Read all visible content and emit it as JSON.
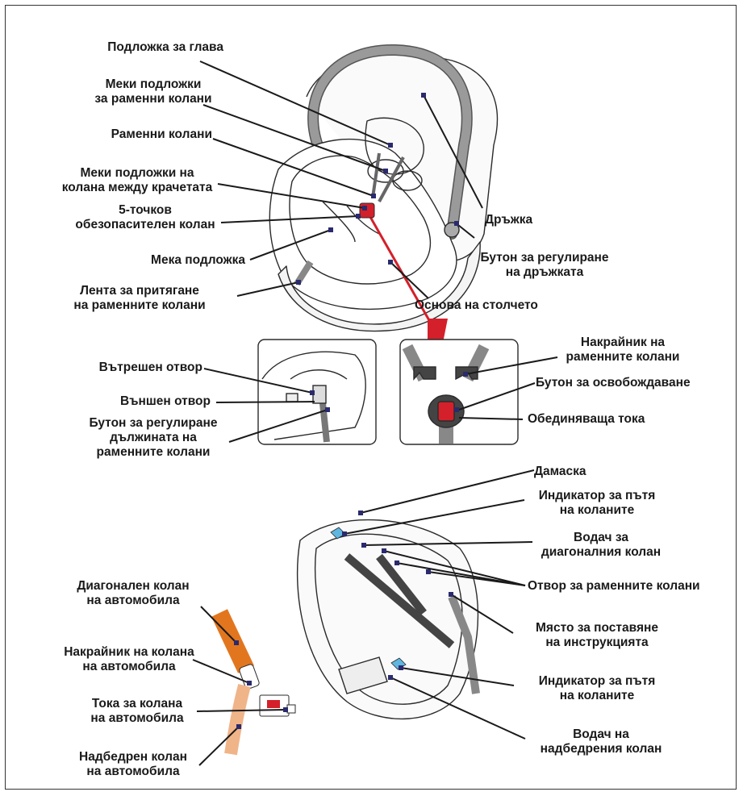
{
  "labels": {
    "head_pad": "Подложка за глава",
    "shoulder_pads": "Меки подложки\nза раменни колани",
    "shoulder_belts": "Раменни колани",
    "crotch_pad": "Меки подложки на\nколана между крачетата",
    "five_point_harness": "5-точков\nобезопасителен колан",
    "soft_pad": "Мека подложка",
    "harness_pull_strap": "Лента за притягане\nна раменните колани",
    "handle": "Дръжка",
    "handle_adjust_button": "Бутон за регулиране\nна дръжката",
    "seat_base": "Основа на столчето",
    "inner_slot": "Вътрешен отвор",
    "outer_slot": "Външен отвор",
    "harness_adjust_button": "Бутон за регулиране\nдължината на\nраменните колани",
    "harness_tongue": "Накрайник на\nраменните колани",
    "release_button": "Бутон за освобождаване",
    "buckle": "Обединяваща тока",
    "shell": "Дамаска",
    "belt_path_indicator_top": "Индикатор за пътя\nна коланите",
    "diagonal_belt_guide": "Водач за\nдиагоналния колан",
    "shoulder_belt_slot": "Отвор за раменните колани",
    "manual_storage": "Място за поставяне\nна инструкцията",
    "belt_path_indicator_bottom": "Индикатор за пътя\nна коланите",
    "lap_belt_guide": "Водач на\nнадбедрения колан",
    "car_diagonal_belt": "Диагонален колан\nна автомобила",
    "car_belt_tongue": "Накрайник на колана\nна автомобила",
    "car_belt_buckle": "Тока за колана\nна автомобила",
    "car_lap_belt": "Надбедрен колан\nна автомобила"
  },
  "colors": {
    "outline": "#2b2b2b",
    "handle_gray": "#8a8a8a",
    "red_accent": "#d4202a",
    "marker_navy": "#2a2a6e",
    "indicator_blue": "#5fb6e0",
    "car_belt_orange": "#e2761f",
    "car_belt_light": "#f0b489"
  }
}
